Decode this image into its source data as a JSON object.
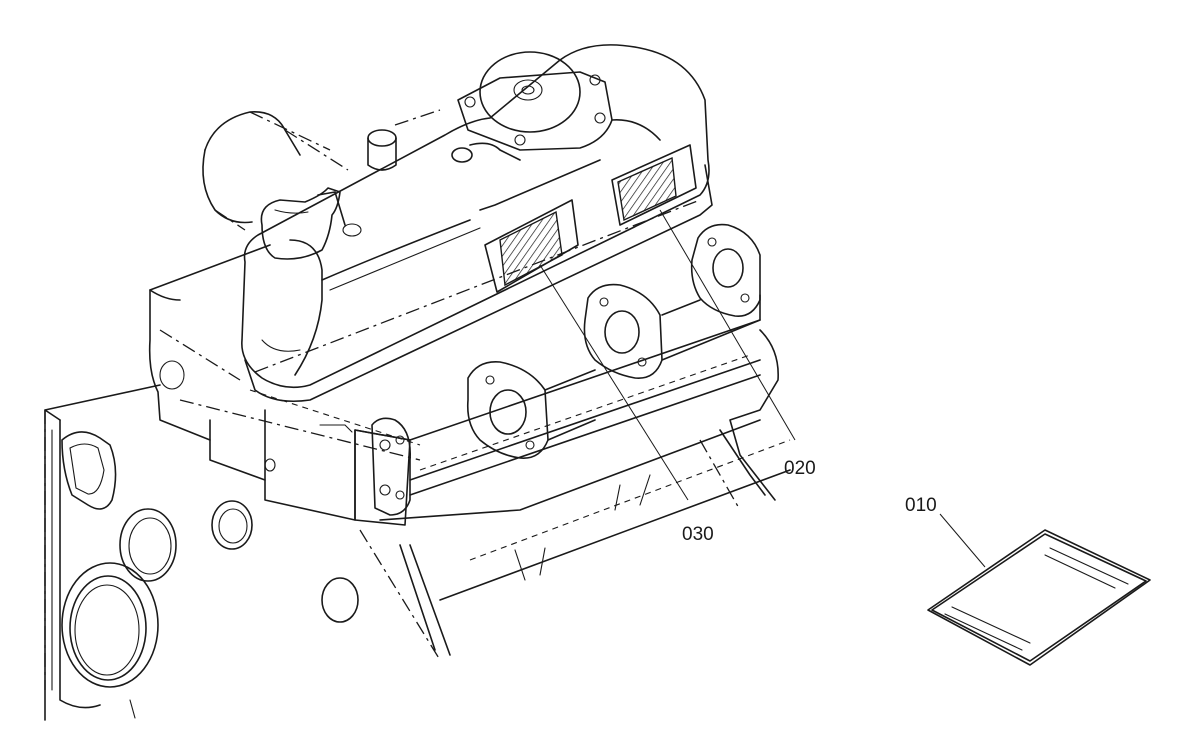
{
  "diagram": {
    "callouts": [
      {
        "id": "010",
        "label": "010"
      },
      {
        "id": "020",
        "label": "020"
      },
      {
        "id": "030",
        "label": "030"
      }
    ]
  }
}
